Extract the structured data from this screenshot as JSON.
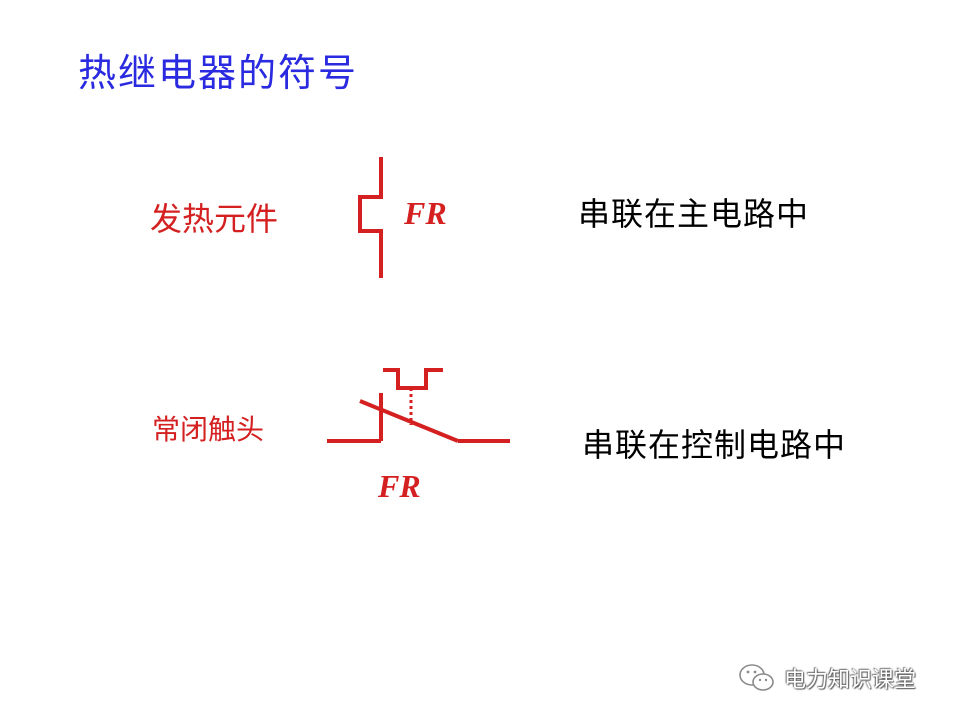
{
  "title": "热继电器的符号",
  "heater": {
    "label": "发热元件",
    "symbol_label": "FR",
    "description": "串联在主电路中"
  },
  "contact": {
    "label": "常闭触头",
    "symbol_label": "FR",
    "description": "串联在控制电路中"
  },
  "watermark": {
    "text": "电力知识课堂",
    "icon": "wechat-icon"
  },
  "colors": {
    "title": "#2a2ae0",
    "symbol": "#d42020",
    "text": "#000000"
  }
}
